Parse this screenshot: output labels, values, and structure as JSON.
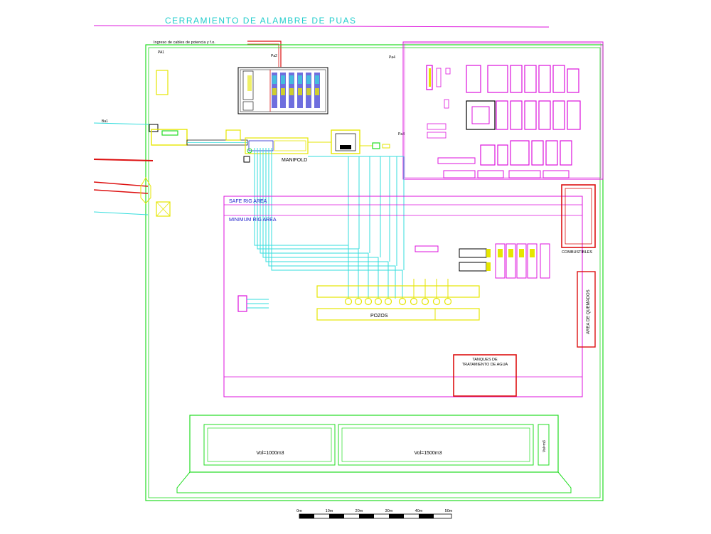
{
  "title": "CERRAMIENTO DE ALAMBRE DE PUAS",
  "cable_entry_note": "Ingreso de cables de potencia y f.o.",
  "points": {
    "pa1": "PA1",
    "pa2": "Pa2",
    "pa4": "Pa4",
    "pa3": "Pa3",
    "ba1": "Ba1"
  },
  "labels": {
    "manifold": "MANIFOLD",
    "safe_area": "SAFE RIG AREA",
    "minimum_rig_area": "MINIMUM RIG AREA",
    "pozos": "POZOS",
    "combustibles": "COMBUSTIBLES",
    "area_quemados": "AREA DE QUEMADOS",
    "tanques_line1": "TANQUES DE",
    "tanques_line2": "TRATAMIENTO DE AGUA",
    "pool_left": "Vol=1000m3",
    "pool_right": "Vol=1500m3",
    "pool_small": "Vol=m3"
  },
  "scale_bar": {
    "ticks": [
      "0m",
      "10m",
      "20m",
      "30m",
      "40m",
      "50m"
    ]
  },
  "colors": {
    "green": "#22dd22",
    "magenta": "#dd11dd",
    "cyan": "#33dddd",
    "yellow": "#e6e600",
    "red": "#dd1111",
    "blue": "#2222cc",
    "black": "#000000"
  }
}
